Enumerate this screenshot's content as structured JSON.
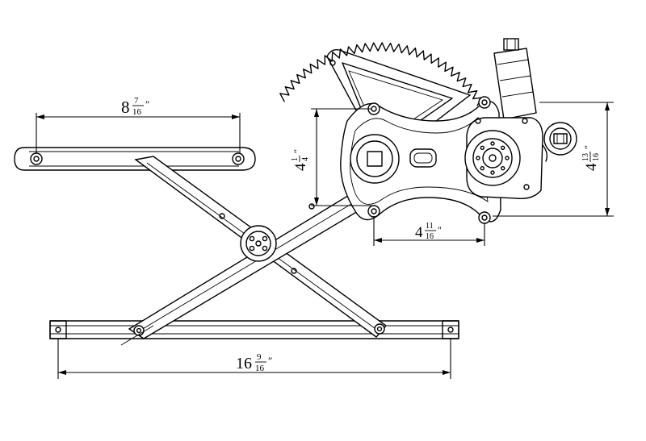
{
  "dimensions": {
    "top_arm_width": {
      "whole": "8",
      "num": "7",
      "den": "16",
      "unit": "″"
    },
    "bracket_height": {
      "whole": "4",
      "num": "1",
      "den": "4",
      "unit": "″"
    },
    "bracket_hole_spacing": {
      "whole": "4",
      "num": "11",
      "den": "16",
      "unit": "″"
    },
    "motor_height": {
      "whole": "4",
      "num": "13",
      "den": "16",
      "unit": "″"
    },
    "overall_length": {
      "whole": "16",
      "num": "9",
      "den": "16",
      "unit": "″"
    }
  }
}
